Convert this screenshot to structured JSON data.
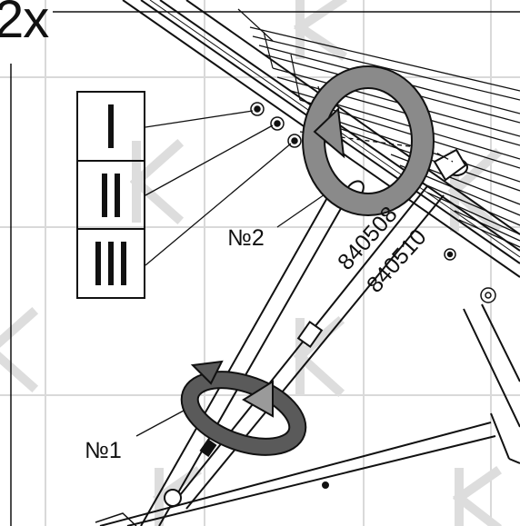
{
  "quantity_label": "2x",
  "labels": {
    "bolt_ref_2": "№2",
    "bolt_ref_1": "№1",
    "part_number_1": "840508",
    "part_number_2": "840510"
  },
  "sequence_key": [
    {
      "strokes": 1
    },
    {
      "strokes": 2
    },
    {
      "strokes": 3
    }
  ],
  "icons": {
    "rotation_upper": "clockwise-rotation-arrow-icon",
    "rotation_lower": "clockwise-rotation-arrow-icon"
  },
  "colors": {
    "line": "#111111",
    "watermark": "#d8d8d8",
    "arrow_fill": "#7a7a7a",
    "arrow_dark": "#4a4a4a"
  }
}
